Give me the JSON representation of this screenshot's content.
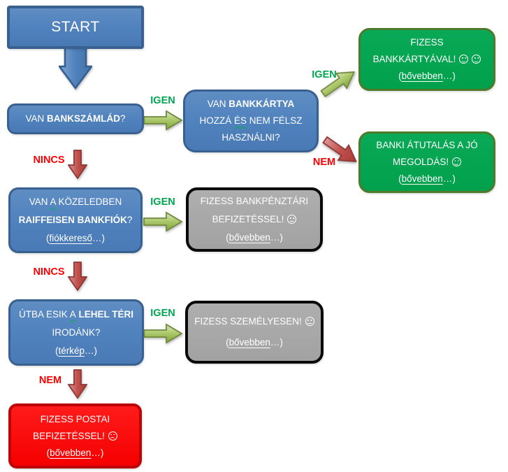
{
  "edge_labels": {
    "igen": "IGEN",
    "nem": "NEM",
    "nincs": "NINCS"
  },
  "colors": {
    "blue_fill": "#4F81BD",
    "blue_border": "#38618F",
    "green_fill": "#00A04C",
    "green_border": "#4E7A2B",
    "gray_fill": "#A6A6A6",
    "gray_border": "#0A0A0A",
    "red_fill": "#F50000",
    "red_border": "#BC0506",
    "igen_label": "#00A650",
    "nem_label": "#FE0000",
    "arrow_green": "#9BBB59",
    "arrow_red": "#C0504D",
    "arrow_blue": "#4F81BD",
    "node_text": "#FFFFFF"
  },
  "icons": {
    "smile-face": "☺",
    "neutral-face": "😐",
    "frown-face": "☹",
    "igen-arrow": "green-block-arrow",
    "nem-arrow": "red-block-arrow",
    "start-arrow": "blue-block-arrow-down"
  },
  "nodes": {
    "start": {
      "label": "START"
    },
    "q_bankszamla": {
      "pre": "VAN ",
      "bold": "BANKSZÁMLÁD",
      "post": "?"
    },
    "q_bankkartya": {
      "l1_pre": "VAN ",
      "l1_bold": "BANKKÁRTYA",
      "l2_a": "HOZZÁ ",
      "l2_sq": "ÉS",
      "l2_b": " NEM FÉLSZ",
      "l3": "HASZNÁLNI?"
    },
    "q_bankfiok": {
      "l1_a": "VAN ",
      "l1_sq": "A",
      "l1_b": " KÖZELEDBEN",
      "l2_bold": "RAIFFEISEN BANKFIÓK",
      "l2_post": "?",
      "link_pre": "(",
      "link_text": "fiókkereső",
      "link_post": "…)"
    },
    "q_iroda": {
      "l1_a": "ÚTBA ESIK ",
      "l1_sq": "A",
      "l1_bold": " LEHEL TÉRI",
      "l2": "IRODÁNK?",
      "link_pre": "(",
      "link_text": "térkép",
      "link_post": "…)"
    },
    "o_bankkartyaval": {
      "l1": "FIZESS",
      "l2": "BANKKÁRTYÁVAL!",
      "link_pre": "(",
      "link_text": "bővebben",
      "link_post": "…)"
    },
    "o_atutalas": {
      "l1": "BANKI ÁTUTALÁS A JÓ",
      "l2": "MEGOLDÁS!",
      "link_pre": "(",
      "link_text": "bővebben",
      "link_post": "…)"
    },
    "o_bankpenztari": {
      "l1": "FIZESS BANKPÉNZTÁRI",
      "l2": "BEFIZETÉSSEL!",
      "link_pre": "(",
      "link_text": "bővebben",
      "link_post": "…)"
    },
    "o_szemelyesen": {
      "l1": "FIZESS SZEMÉLYESEN!",
      "link_pre": "(",
      "link_text": "bővebben",
      "link_post": "…)"
    },
    "o_postai": {
      "l1": "FIZESS POSTAI",
      "l2": "BEFIZETÉSSEL!",
      "link_pre": "(",
      "link_text": "bővebben",
      "link_post": "…)"
    }
  }
}
